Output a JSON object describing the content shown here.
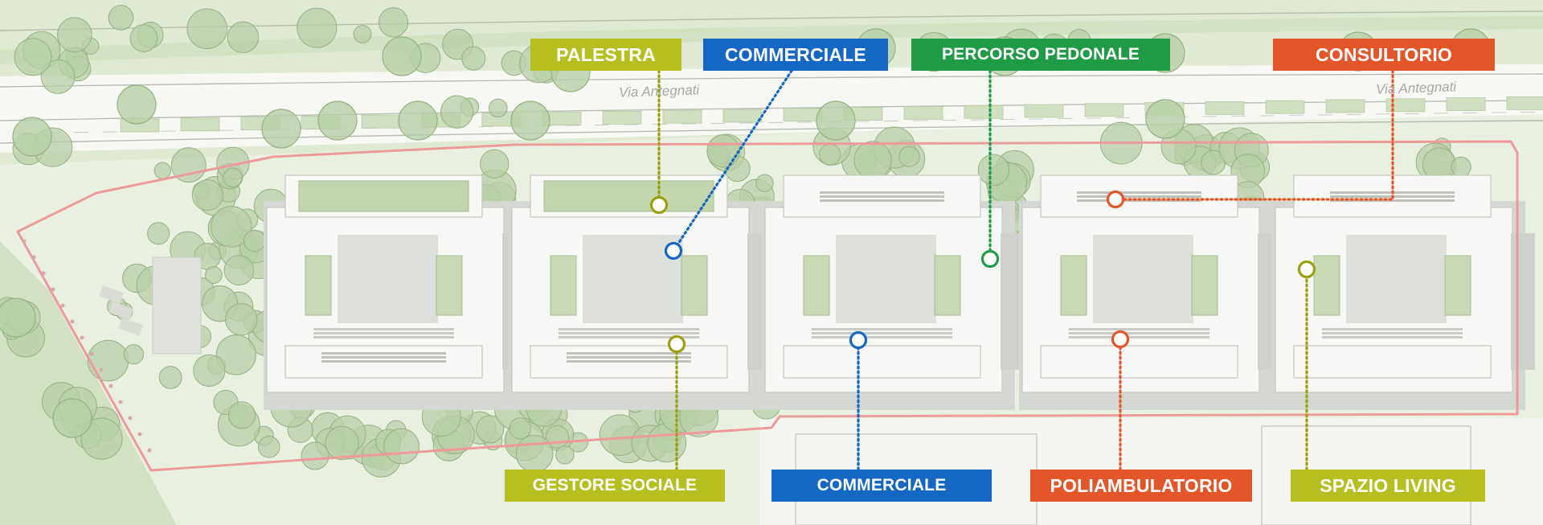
{
  "colors": {
    "olive": "#b5c020",
    "olive_line": "#9aa00e",
    "blue": "#1468c4",
    "green": "#1f9a45",
    "orange": "#e2562a",
    "boundary": "#ee9a9a",
    "vegetation": "#b8cfa5",
    "building": "#f7f7f5"
  },
  "street_labels": [
    "Via Antegnati",
    "Via Antegnati"
  ],
  "labels": {
    "palestra": "PALESTRA",
    "commerciale_top": "COMMERCIALE",
    "percorso_pedonale": "PERCORSO PEDONALE",
    "consultorio": "CONSULTORIO",
    "gestore_sociale": "GESTORE SOCIALE",
    "commerciale_bottom": "COMMERCIALE",
    "poliambulatorio": "POLIAMBULATORIO",
    "spazio_living": "SPAZIO LIVING"
  }
}
